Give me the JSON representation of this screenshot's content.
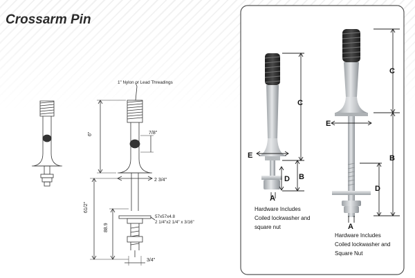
{
  "page": {
    "title": "Crossarm Pin"
  },
  "drawing": {
    "threading_note": "1\" Nylon or Lead Threadings",
    "dim_overall_height": "6\"",
    "dim_collar_width": "7/8\"",
    "dim_shank_length": "2 3/4\"",
    "dim_bolt_length": "61/2\"",
    "dim_thread_length": "88.9",
    "dim_washer_size": "57x57x4.8",
    "dim_washer_imperial": "2 1/4\"x2 1/4\" x 3/16\"",
    "dim_bolt_diameter": "3/4\""
  },
  "photo_panel": {
    "letters": {
      "a": "A",
      "b": "B",
      "c": "C",
      "d": "D",
      "e": "E"
    },
    "left_caption": [
      "Hardware Includes",
      "Coiled lockwasher and",
      "square nut"
    ],
    "right_caption": [
      "Hardware Includes",
      "Coiled lockwasher and",
      "Square Nut"
    ]
  },
  "colors": {
    "panel_border": "#555555",
    "drawing_line": "#333333",
    "galvanized": "#bfc3c6",
    "thread_dark": "#2b2b2b"
  }
}
